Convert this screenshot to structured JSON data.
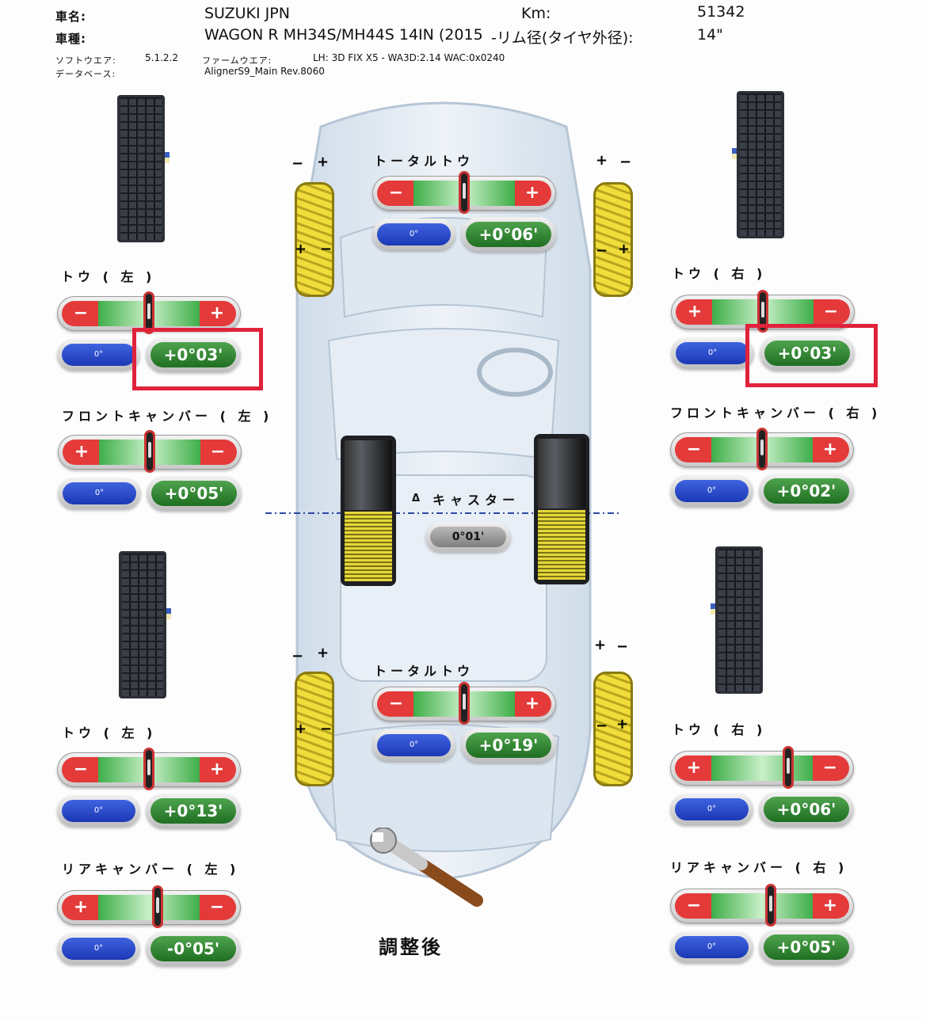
{
  "header": {
    "car_name_label": "車名:",
    "car_name": "SUZUKI JPN",
    "model_label": "車種:",
    "model": "WAGON R MH34S/MH44S 14IN (2015",
    "km_label": "Km:",
    "km_value": "51342",
    "rim_label": "-リム径(タイヤ外径):",
    "rim_value": "14\"",
    "software_label": "ソフトウエア:",
    "software_version": "5.1.2.2",
    "firmware_label": "ファームウエア:",
    "firmware_value": "LH: 3D FIX X5 - WA3D:2.14 WAC:0x0240",
    "database_label": "データベース:",
    "database_value": "AlignerS9_Main Rev.8060"
  },
  "front_total_toe": {
    "title": "トータルトウ",
    "left_sign": "−",
    "right_sign": "+",
    "ref": "0°",
    "value": "+0°06'",
    "needle": 0.5
  },
  "rear_total_toe": {
    "title": "トータルトウ",
    "left_sign": "−",
    "right_sign": "+",
    "ref": "0°",
    "value": "+0°19'",
    "needle": 0.5
  },
  "front_left_toe": {
    "title": "トウ ( 左 )",
    "left_sign": "−",
    "right_sign": "+",
    "ref": "0°",
    "value": "+0°03'",
    "needle": 0.5
  },
  "front_right_toe": {
    "title": "トウ ( 右 )",
    "left_sign": "+",
    "right_sign": "−",
    "ref": "0°",
    "value": "+0°03'",
    "needle": 0.5
  },
  "front_left_camber": {
    "title": "フロントキャンバー ( 左 )",
    "left_sign": "+",
    "right_sign": "−",
    "ref": "0°",
    "value": "+0°05'",
    "needle": 0.5
  },
  "front_right_camber": {
    "title": "フロントキャンバー ( 右 )",
    "left_sign": "−",
    "right_sign": "+",
    "ref": "0°",
    "value": "+0°02'",
    "needle": 0.5
  },
  "caster": {
    "title": "キャスター",
    "delta": "Δ",
    "value": "0°01'"
  },
  "rear_left_toe": {
    "title": "トウ ( 左 )",
    "left_sign": "−",
    "right_sign": "+",
    "ref": "0°",
    "value": "+0°13'",
    "needle": 0.5
  },
  "rear_right_toe": {
    "title": "トウ ( 右 )",
    "left_sign": "+",
    "right_sign": "−",
    "ref": "0°",
    "value": "+0°06'",
    "needle": 0.65
  },
  "rear_left_camber": {
    "title": "リアキャンバー ( 左 )",
    "left_sign": "+",
    "right_sign": "−",
    "ref": "0°",
    "value": "-0°05'",
    "needle": 0.55
  },
  "rear_right_camber": {
    "title": "リアキャンバー ( 右 )",
    "left_sign": "−",
    "right_sign": "+",
    "ref": "0°",
    "value": "+0°05'",
    "needle": 0.55
  },
  "wheel_symbols": {
    "plus": "+",
    "minus": "−"
  },
  "footer": {
    "status": "調整後"
  },
  "colors": {
    "highlight": "#e0223b",
    "value_green": "#2e7d32",
    "ref_blue": "#1e3fc0",
    "minus_red": "#e43a3a"
  }
}
